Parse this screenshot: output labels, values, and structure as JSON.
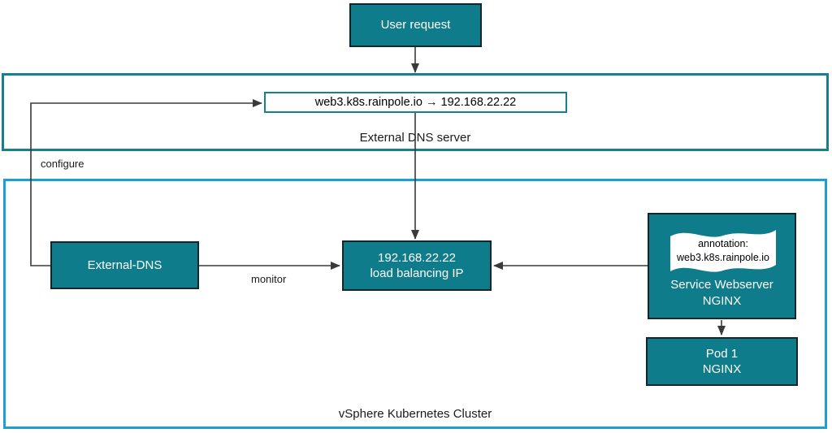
{
  "user_request": {
    "label": "User request"
  },
  "external_dns_server": {
    "label": "External DNS server",
    "dns_record": "web3.k8s.rainpole.io → 192.168.22.22"
  },
  "vsphere_cluster": {
    "label": "vSphere Kubernetes Cluster",
    "external_dns": {
      "label": "External-DNS"
    },
    "load_balancer": {
      "line1": "192.168.22.22",
      "line2": "load balancing IP"
    },
    "service": {
      "annotation_line1": "annotation:",
      "annotation_line2": "web3.k8s.rainpole.io",
      "line1": "Service Webserver",
      "line2": "NGINX"
    },
    "pod": {
      "line1": "Pod 1",
      "line2": "NGINX"
    }
  },
  "edges": {
    "configure": "configure",
    "monitor": "monitor"
  },
  "colors": {
    "node_fill": "#0E7C8A",
    "node_border": "#10262B",
    "node_text": "#FFFFFF",
    "dns_server_border": "#17808F",
    "cluster_border": "#1C9FD4",
    "arrow": "#3A3A3A",
    "label_text": "#1A1A1A"
  }
}
